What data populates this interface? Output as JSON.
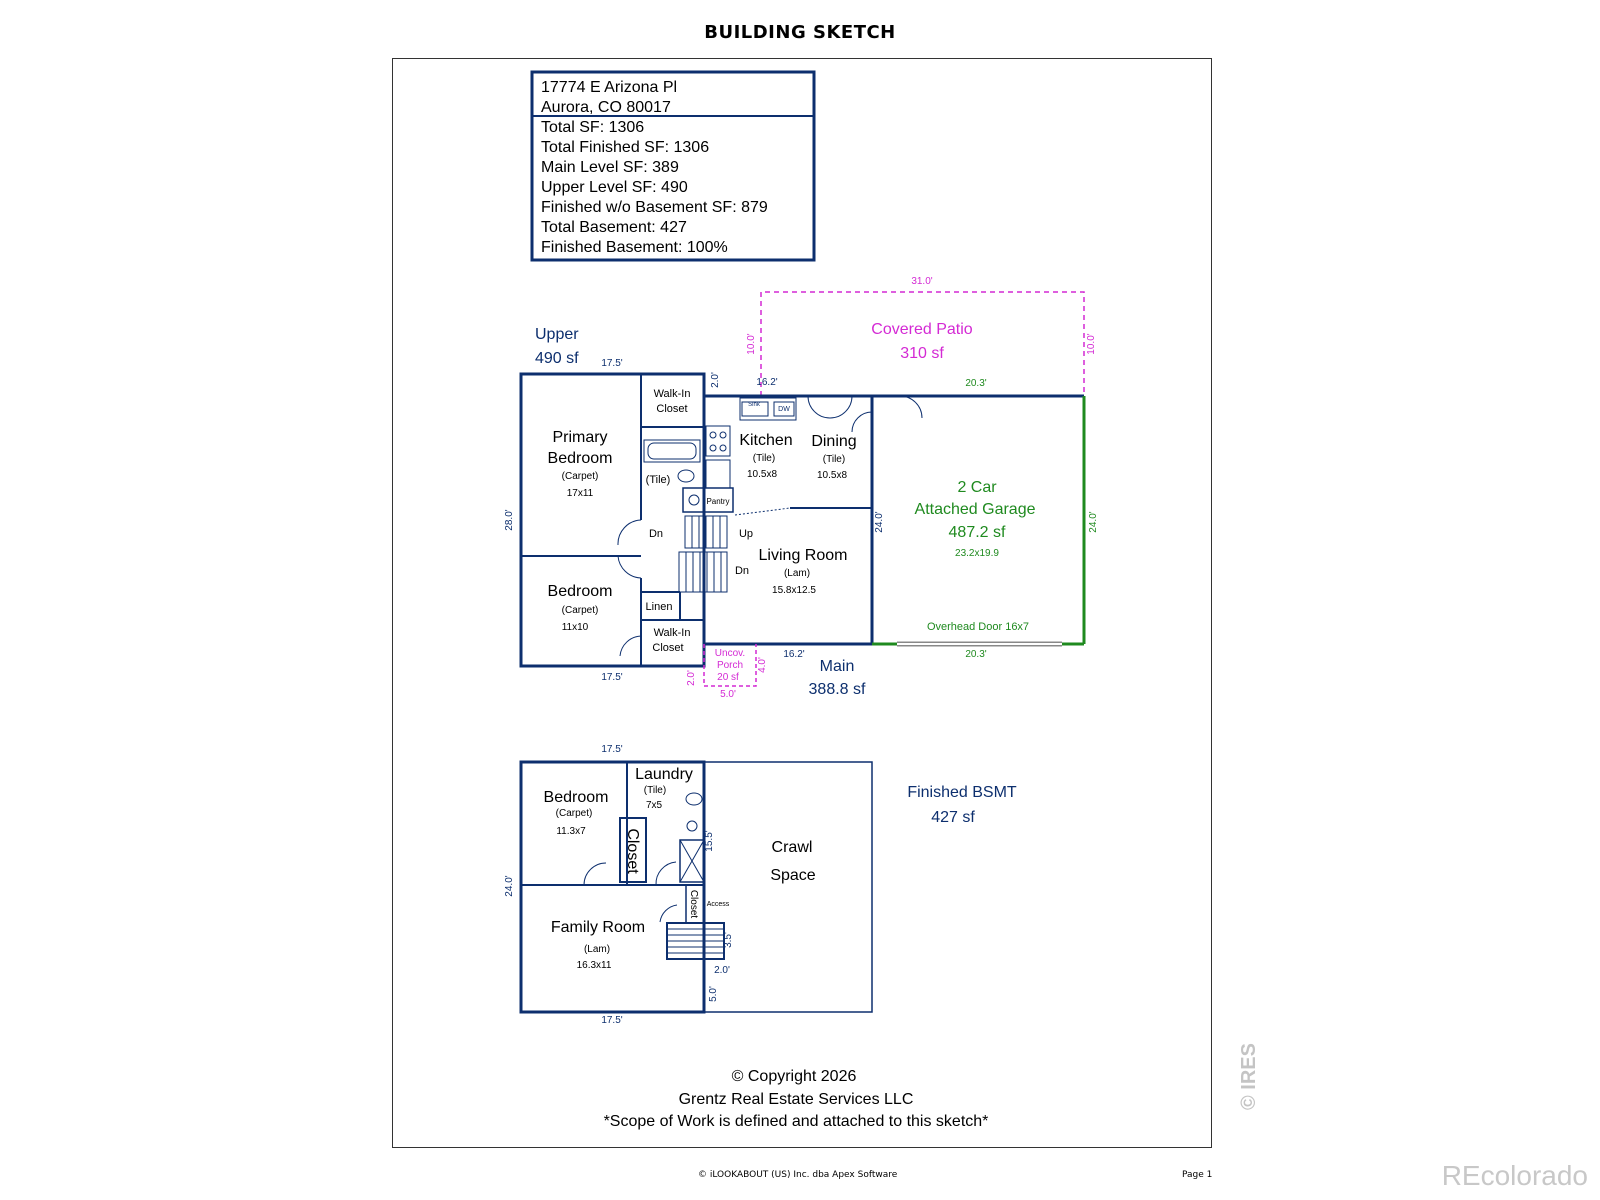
{
  "title": "BUILDING SKETCH",
  "info_box": {
    "address_line1": "17774 E Arizona Pl",
    "address_line2": "Aurora, CO 80017",
    "lines": [
      "Total SF: 1306",
      "Total Finished SF: 1306",
      "Main Level SF: 389",
      "Upper Level SF: 490",
      "Finished w/o Basement SF: 879",
      "Total Basement: 427",
      "Finished Basement: 100%"
    ]
  },
  "colors": {
    "wall": "#0d2f6e",
    "label": "#0d2f6e",
    "magenta": "#d42ad4",
    "garage": "#1f8a1f"
  },
  "upper": {
    "label": "Upper",
    "area": "490 sf"
  },
  "main": {
    "label": "Main",
    "area": "388.8 sf"
  },
  "patio": {
    "label": "Covered Patio",
    "area": "310 sf",
    "width": "31.0'",
    "depth_left": "10.0'",
    "depth_right": "10.0'"
  },
  "porch": {
    "label1": "Uncov.",
    "label2": "Porch",
    "area": "20 sf",
    "width": "5.0'",
    "depth": "4.0'",
    "offset": "2.0'"
  },
  "garage": {
    "label1": "2 Car",
    "label2": "Attached Garage",
    "area": "487.2 sf",
    "dims": "23.2x19.9",
    "door": "Overhead Door 16x7",
    "depth_left": "24.0'",
    "depth_right": "24.0'",
    "top": "20.3'",
    "bottom": "20.3'"
  },
  "rooms_upper": {
    "primary": {
      "name1": "Primary",
      "name2": "Bedroom",
      "floor": "(Carpet)",
      "dims": "17x11"
    },
    "bedroom": {
      "name": "Bedroom",
      "floor": "(Carpet)",
      "dims": "11x10"
    },
    "walkin_top": {
      "name1": "Walk-In",
      "name2": "Closet"
    },
    "walkin_bottom": {
      "name1": "Walk-In",
      "name2": "Closet"
    },
    "bath_tile": "(Tile)",
    "linen": "Linen",
    "dn": "Dn",
    "dim_top": "17.5'",
    "dim_bottom": "17.5'",
    "dim_left": "28.0'",
    "dim_offset": "2.0'"
  },
  "rooms_main": {
    "kitchen": {
      "name": "Kitchen",
      "floor": "(Tile)",
      "dims": "10.5x8"
    },
    "dining": {
      "name": "Dining",
      "floor": "(Tile)",
      "dims": "10.5x8"
    },
    "living": {
      "name": "Living Room",
      "floor": "(Lam)",
      "dims": "15.8x12.5"
    },
    "pantry": "Pantry",
    "sink": "Sink",
    "dw": "DW",
    "up": "Up",
    "dn": "Dn",
    "dim_top": "16.2'",
    "dim_bottom": "16.2'",
    "dim_right": "24.0'"
  },
  "basement": {
    "label": "Finished BSMT",
    "area": "427 sf",
    "bedroom": {
      "name": "Bedroom",
      "floor": "(Carpet)",
      "dims": "11.3x7"
    },
    "laundry": {
      "name": "Laundry",
      "floor": "(Tile)",
      "dims": "7x5"
    },
    "closet": "Closet",
    "closet2": "Closet",
    "crawl1": "Crawl",
    "crawl2": "Space",
    "family": {
      "name": "Family Room",
      "floor": "(Lam)",
      "dims": "16.3x11"
    },
    "access": "Access",
    "dim_top": "17.5'",
    "dim_bottom": "17.5'",
    "dim_left": "24.0'",
    "dim_15_5": "15.5'",
    "dim_3_5": "3.5'",
    "dim_2_0": "2.0'",
    "dim_5_0": "5.0'"
  },
  "copyright": {
    "line1": "© Copyright 2026",
    "line2": "Grentz Real Estate Services LLC",
    "line3": "*Scope of Work is defined and attached to this sketch*"
  },
  "footer": {
    "software": "© iLOOKABOUT (US) Inc. dba Apex Software",
    "page": "Page 1",
    "brand": "REcolorado",
    "ires": "© IRES"
  }
}
